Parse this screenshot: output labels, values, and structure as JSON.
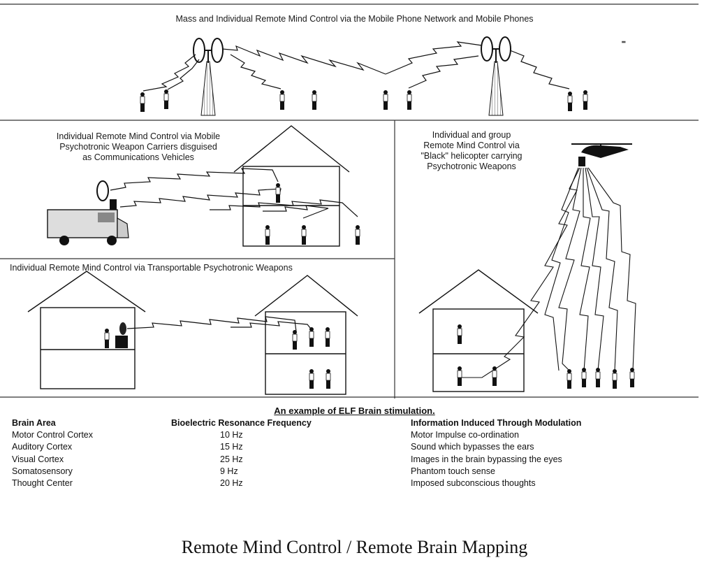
{
  "panels": {
    "top_title": "Mass and Individual Remote Mind Control via the Mobile Phone Network and Mobile Phones",
    "van_caption": [
      "Individual Remote Mind Control via Mobile",
      "Psychotronic Weapon Carriers disguised",
      "as Communications Vehicles"
    ],
    "heli_caption": [
      "Individual and group",
      "Remote Mind Control via",
      "\"Black\" helicopter carrying",
      "Psychotronic Weapons"
    ],
    "transport_caption": "Individual Remote Mind Control via Transportable Psychotronic Weapons"
  },
  "table": {
    "title": "An example of ELF Brain stimulation.",
    "headers": {
      "area": "Brain Area",
      "frequency": "Bioelectric Resonance Frequency",
      "info": "Information Induced Through Modulation"
    },
    "rows": [
      {
        "area": "Motor Control Cortex",
        "frequency": "10 Hz",
        "info": "Motor Impulse co-ordination"
      },
      {
        "area": "Auditory Cortex",
        "frequency": "15 Hz",
        "info": "Sound which bypasses the ears"
      },
      {
        "area": "Visual Cortex",
        "frequency": "25 Hz",
        "info": "Images in the brain bypassing the eyes"
      },
      {
        "area": "Somatosensory",
        "frequency": "9 Hz",
        "info": "Phantom touch sense"
      },
      {
        "area": "Thought Center",
        "frequency": "20 Hz",
        "info": "Imposed subconscious thoughts"
      }
    ]
  },
  "footer": "Remote Mind Control / Remote Brain Mapping",
  "colors": {
    "ink": "#1a1a1a",
    "background": "#ffffff"
  }
}
